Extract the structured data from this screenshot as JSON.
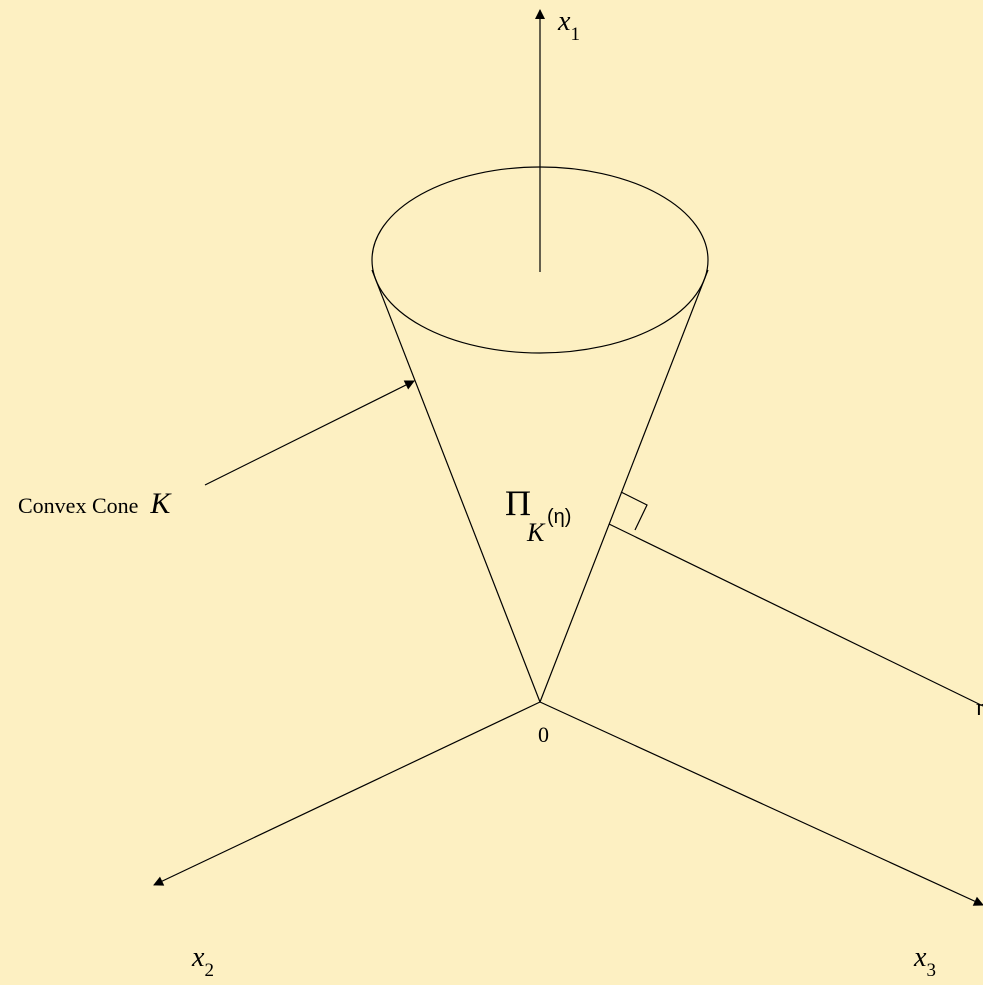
{
  "colors": {
    "background": "#fdf0c2",
    "ink": "#000000"
  },
  "labels": {
    "x1": {
      "var": "x",
      "sub": "1"
    },
    "x2": {
      "var": "x",
      "sub": "2"
    },
    "x3": {
      "var": "x",
      "sub": "3"
    },
    "origin": "0",
    "cone_label": "Convex Cone",
    "cone_symbol": "K",
    "projection": {
      "symbol": "Π",
      "sub": "K",
      "arg": "(η)"
    },
    "eta": "η"
  }
}
